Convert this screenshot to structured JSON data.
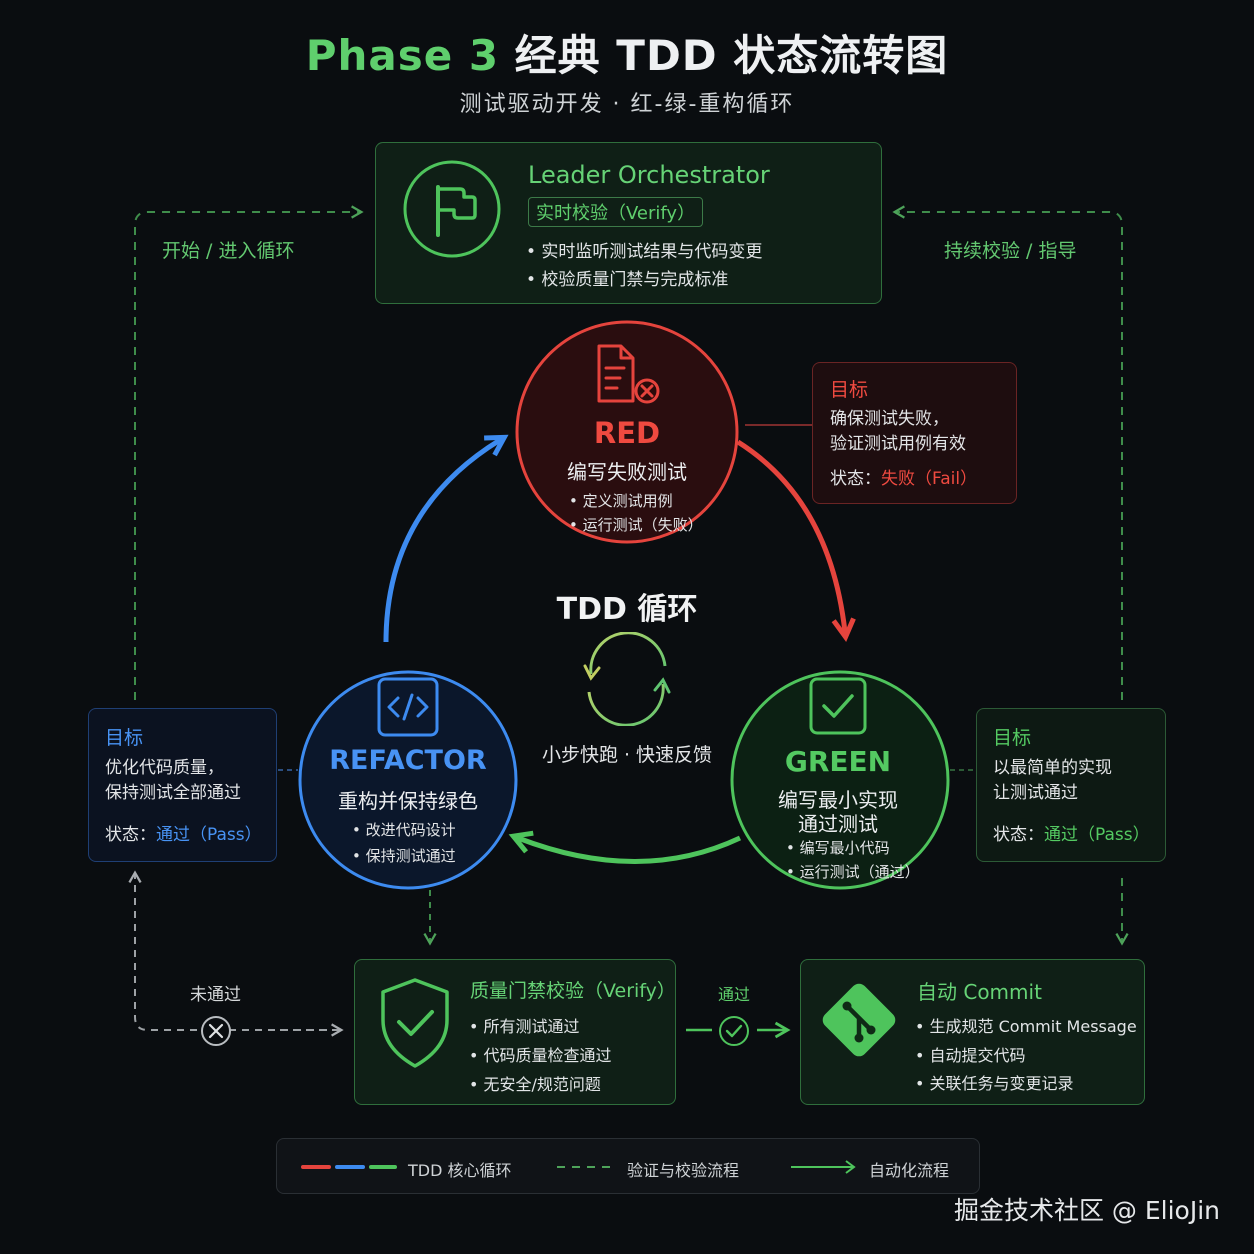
{
  "header": {
    "title_green": "Phase 3",
    "title_rest": "经典 TDD 状态流转图",
    "subtitle": "测试驱动开发 · 红-绿-重构循环"
  },
  "leader": {
    "title": "Leader Orchestrator",
    "badge": "实时校验（Verify）",
    "bullets": [
      "• 实时监听测试结果与代码变更",
      "• 校验质量门禁与完成标准"
    ],
    "icon": "flag-icon"
  },
  "edges": {
    "left_label": "开始 / 进入循环",
    "right_label": "持续校验 / 指导"
  },
  "red": {
    "title": "RED",
    "subtitle": "编写失败测试",
    "bullets": [
      "• 定义测试用例",
      "• 运行测试（失败）"
    ],
    "icon": "failed-document-icon",
    "note_head": "目标",
    "note_lines": [
      "确保测试失败，",
      "验证测试用例有效"
    ],
    "status_label": "状态：",
    "status_value": "失败（Fail）"
  },
  "green": {
    "title": "GREEN",
    "subtitle_1": "编写最小实现",
    "subtitle_2": "通过测试",
    "bullets": [
      "• 编写最小代码",
      "• 运行测试（通过）"
    ],
    "icon": "checkbox-icon",
    "note_head": "目标",
    "note_lines": [
      "以最简单的实现",
      "让测试通过"
    ],
    "status_label": "状态：",
    "status_value": "通过（Pass）"
  },
  "refactor": {
    "title": "REFACTOR",
    "subtitle": "重构并保持绿色",
    "bullets": [
      "• 改进代码设计",
      "• 保持测试通过"
    ],
    "icon": "code-icon",
    "note_head": "目标",
    "note_lines": [
      "优化代码质量，",
      "保持测试全部通过"
    ],
    "status_label": "状态：",
    "status_value": "通过（Pass）"
  },
  "center": {
    "title": "TDD 循环",
    "subtitle": "小步快跑 · 快速反馈",
    "icon": "cycle-arrows-icon"
  },
  "gate": {
    "title": "质量门禁校验（Verify）",
    "bullets": [
      "• 所有测试通过",
      "• 代码质量检查通过",
      "• 无安全/规范问题"
    ],
    "icon": "shield-check-icon",
    "fail_label": "未通过",
    "pass_label": "通过"
  },
  "commit": {
    "title": "自动 Commit",
    "bullets": [
      "• 生成规范 Commit Message",
      "• 自动提交代码",
      "• 关联任务与变更记录"
    ],
    "icon": "git-icon"
  },
  "legend": {
    "core": "TDD 核心循环",
    "verify": "验证与校验流程",
    "auto": "自动化流程"
  },
  "footer": "掘金技术社区 @ ElioJin",
  "colors": {
    "red": "#e5443d",
    "green": "#4ec45c",
    "blue": "#3d8bf0",
    "accent_green": "#5fcf6d",
    "background": "#0a0d10"
  }
}
